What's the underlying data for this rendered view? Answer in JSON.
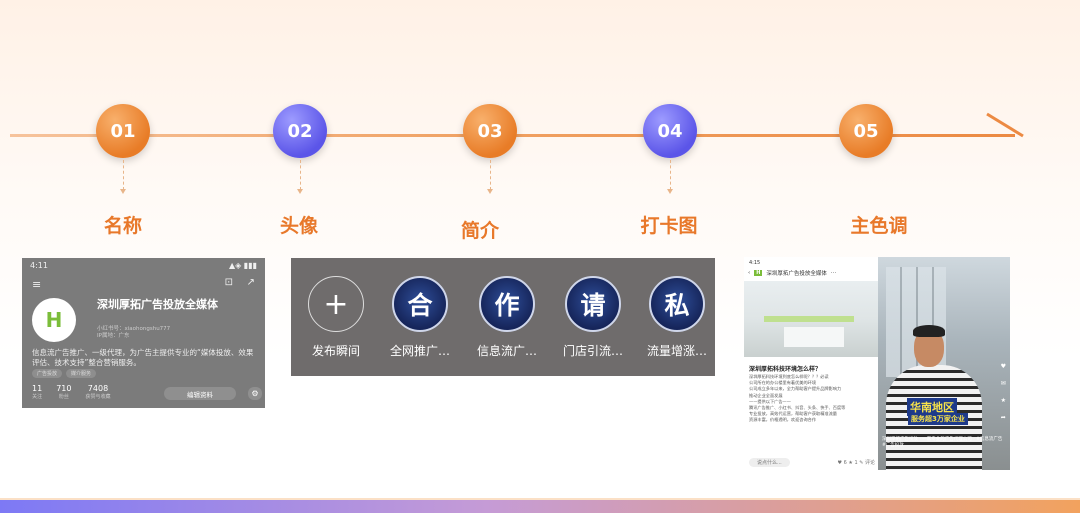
{
  "timeline": {
    "steps": [
      {
        "num": "01",
        "label": "名称",
        "color": "#e87c27"
      },
      {
        "num": "02",
        "label": "头像",
        "color": "#5b55e8"
      },
      {
        "num": "03",
        "label": "简介",
        "color": "#e87c27"
      },
      {
        "num": "04",
        "label": "打卡图",
        "color": "#5b55e8"
      },
      {
        "num": "05",
        "label": "主色调",
        "color": "#e87c27"
      }
    ]
  },
  "profile": {
    "time": "4:11",
    "status_icons": "▲◈ ▮▮▮",
    "menu_icon": "≡",
    "square_icon": "⊡",
    "share_icon": "↗",
    "logo_letter": "H",
    "name": "深圳厚拓广告投放全媒体",
    "meta_line1": "小红书号：xiaohongshu777",
    "meta_line2": "IP属地：广东",
    "description": "信息流广告推广、一级代理，为广告主提供专业的“媒体投放、效果评估、技术支持”整合营销服务。",
    "tags": [
      "广告投放",
      "媒介服务"
    ],
    "stats": [
      {
        "num": "11",
        "label": "关注"
      },
      {
        "num": "710",
        "label": "粉丝"
      },
      {
        "num": "7408",
        "label": "获赞与收藏"
      }
    ],
    "edit_label": "编辑资料",
    "settings_icon": "⚙"
  },
  "avatars": {
    "items": [
      {
        "char": "+",
        "label": "发布瞬间"
      },
      {
        "char": "合",
        "label": "全网推广…"
      },
      {
        "char": "作",
        "label": "信息流广…"
      },
      {
        "char": "请",
        "label": "门店引流…"
      },
      {
        "char": "私",
        "label": "流量增涨…"
      }
    ]
  },
  "article": {
    "time": "4:15",
    "back_icon": "‹",
    "badge": "H",
    "header_title": "深圳厚拓广告投放全媒体",
    "more_icon": "⋯",
    "title": "深圳厚拓科技环境怎么样？",
    "body": "深圳厚拓科技环境到底怎么样呢？？？必读\n公司所在的办公楼里有着优美的环境\n公司成立多年以来，全力帮助客户提升品牌影响力\n推动企业全面发展\n——提供以下广告——\n腾讯广告推广、小红书、抖音、头条、快手、百度等\n专业投放，高效代运营，帮助客户获取精准流量\n资源丰富，价格透明，欢迎咨询合作",
    "footer_input": "说点什么...",
    "footer_icons": "♥ 6  ★ 1  ✎ 评论"
  },
  "video": {
    "caption_main": "华南地区",
    "caption_sub": "服务超3万家企业",
    "bottom_text": "深圳厚拓广告投放 · 一家专业的广告代理公司 · #信息流广告 #广告投放",
    "side_icons": [
      "♥",
      "✉",
      "★",
      "➦"
    ]
  }
}
